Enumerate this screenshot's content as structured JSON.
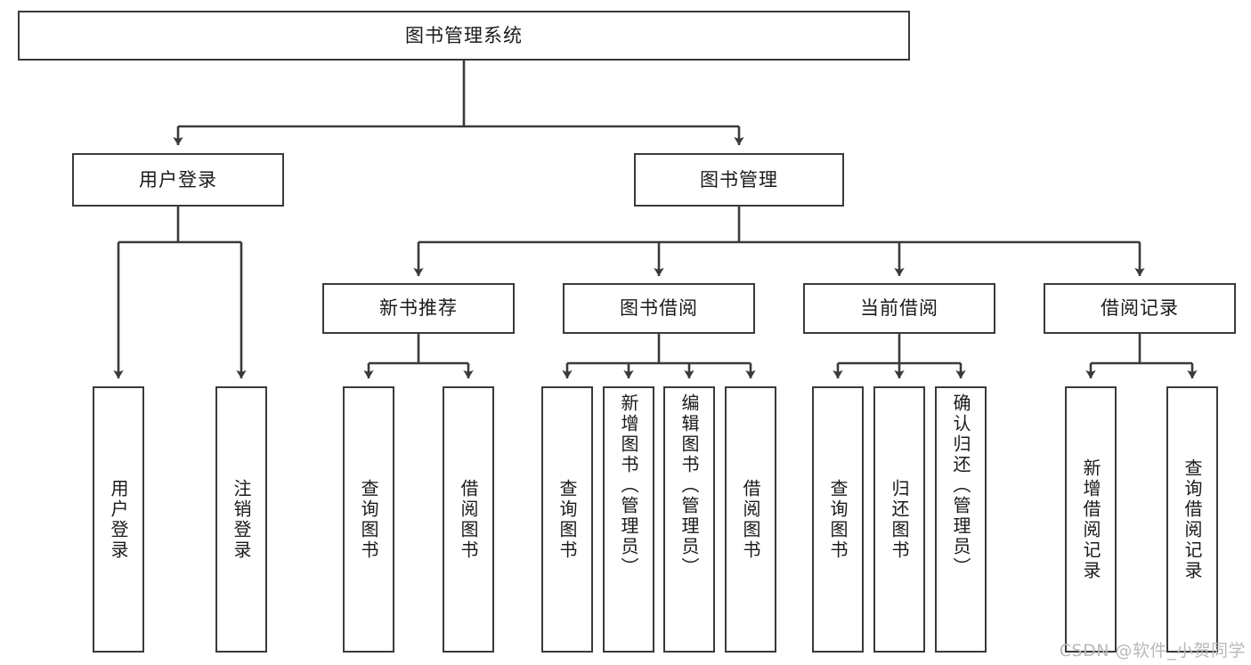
{
  "diagram": {
    "type": "tree-hierarchy",
    "title": "图书管理系统",
    "watermark": "CSDN @软件_小贺同学",
    "colors": {
      "box_border": "#3a3a3a",
      "box_fill": "#ffffff",
      "connector": "#3a3a3a",
      "text": "#1a1a1a",
      "watermark": "#b9b9b9"
    },
    "nodes": {
      "root": {
        "label": "图书管理系统",
        "level": 0
      },
      "level1": [
        {
          "id": "user-login",
          "label": "用户登录"
        },
        {
          "id": "book-management",
          "label": "图书管理"
        }
      ],
      "level2": [
        {
          "id": "new-book-recommend",
          "label": "新书推荐",
          "parent": "book-management"
        },
        {
          "id": "book-borrow",
          "label": "图书借阅",
          "parent": "book-management"
        },
        {
          "id": "current-borrow",
          "label": "当前借阅",
          "parent": "book-management"
        },
        {
          "id": "borrow-record",
          "label": "借阅记录",
          "parent": "book-management"
        }
      ],
      "leaves": {
        "user-login": [
          {
            "id": "leaf-user-login",
            "label": "用户登录"
          },
          {
            "id": "leaf-logout-login",
            "label": "注销登录"
          }
        ],
        "new-book-recommend": [
          {
            "id": "leaf-query-book-1",
            "label": "查询图书"
          },
          {
            "id": "leaf-borrow-book-1",
            "label": "借阅图书"
          }
        ],
        "book-borrow": [
          {
            "id": "leaf-query-book-2",
            "label": "查询图书"
          },
          {
            "id": "leaf-add-book-admin",
            "label": "新增图书（管理员）"
          },
          {
            "id": "leaf-edit-book-admin",
            "label": "编辑图书（管理员）"
          },
          {
            "id": "leaf-borrow-book-2",
            "label": "借阅图书"
          }
        ],
        "current-borrow": [
          {
            "id": "leaf-query-book-3",
            "label": "查询图书"
          },
          {
            "id": "leaf-return-book",
            "label": "归还图书"
          },
          {
            "id": "leaf-confirm-return-admin",
            "label": "确认归还（管理员）"
          }
        ],
        "borrow-record": [
          {
            "id": "leaf-add-borrow-record",
            "label": "新增借阅记录"
          },
          {
            "id": "leaf-query-borrow-record",
            "label": "查询借阅记录"
          }
        ]
      }
    }
  }
}
